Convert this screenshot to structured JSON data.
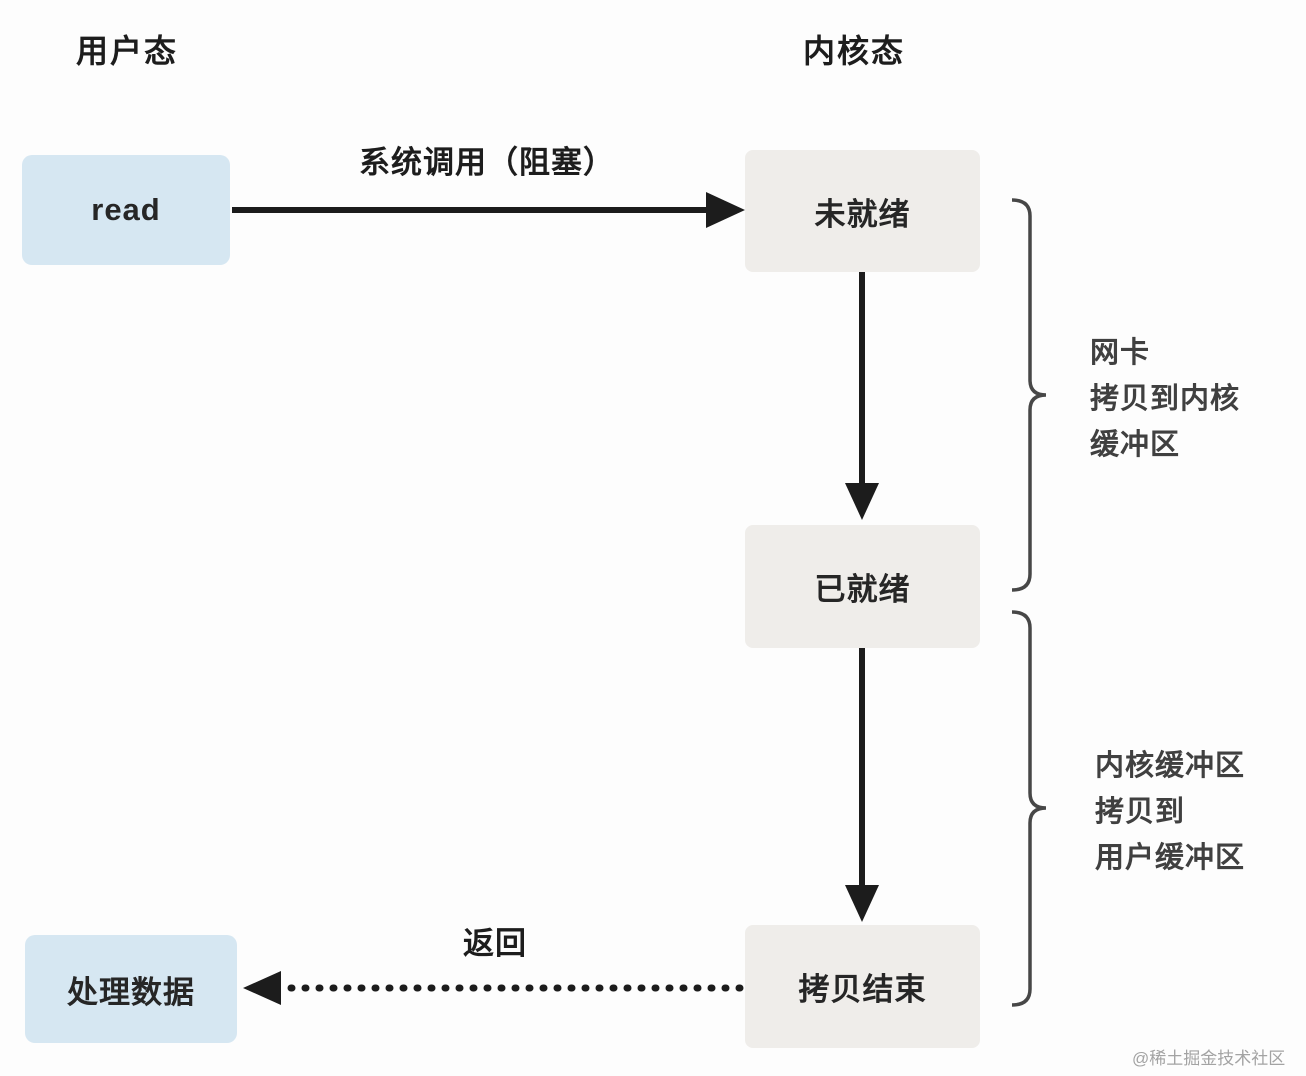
{
  "diagram": {
    "lanes": {
      "user_mode": "用户态",
      "kernel_mode": "内核态"
    },
    "nodes": {
      "read": "read",
      "not_ready": "未就绪",
      "ready": "已就绪",
      "copy_done": "拷贝结束",
      "process_data": "处理数据"
    },
    "edge_labels": {
      "syscall": "系统调用（阻塞）",
      "return": "返回"
    },
    "annotations": {
      "nic_to_kernel": {
        "line1": "网卡",
        "line2": "拷贝到内核",
        "line3": "缓冲区"
      },
      "kernel_to_user": {
        "line1": "内核缓冲区",
        "line2": "拷贝到",
        "line3": "用户缓冲区"
      }
    },
    "watermark": "@稀土掘金技术社区",
    "colors": {
      "background": "#fdfdfd",
      "user_box": "#d6e7f2",
      "kernel_box": "#efedea",
      "arrow": "#1c1c1c",
      "brace": "#474747",
      "text": "#1d1d1d",
      "watermark": "#a3a3a3"
    }
  }
}
